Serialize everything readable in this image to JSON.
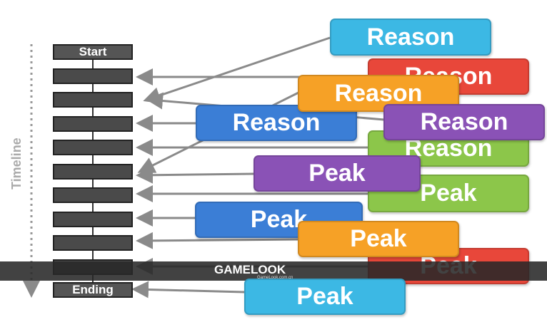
{
  "timeline": {
    "label": "Timeline",
    "start": "Start",
    "ending": "Ending"
  },
  "boxes": {
    "reason_cyan": "Reason",
    "reason_red": "Reason",
    "reason_orange": "Reason",
    "reason_blue": "Reason",
    "reason_purple": "Reason",
    "reason_green": "Reason",
    "peak_purple": "Peak",
    "peak_green": "Peak",
    "peak_blue": "Peak",
    "peak_orange": "Peak",
    "peak_red": "Peak",
    "peak_cyan": "Peak"
  },
  "watermark": {
    "brand": "GAMELOOK",
    "url": "GameLook.com.cn"
  },
  "colors": {
    "cyan": "#3cb8e4",
    "red": "#e8473a",
    "orange": "#f6a126",
    "blue": "#3b7ed6",
    "purple": "#8a52b6",
    "green": "#8cc64a",
    "arrow": "#8a8a8a"
  }
}
